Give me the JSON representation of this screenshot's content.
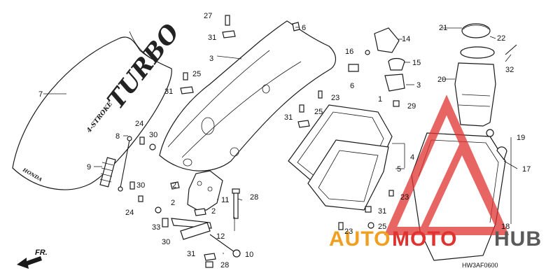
{
  "diagram": {
    "hood_text": {
      "model": "TURBO",
      "sub": "4-STROKE",
      "maker": "HONDA"
    },
    "front_marker": "FR.",
    "diagram_code": "HW3AF0600",
    "watermark": {
      "part1": "AUTO",
      "part2": "MOTO",
      "part3": "HUB",
      "color_red": "#e0322f",
      "color_orange": "#f0a020",
      "color_dark": "#5a5a5a"
    },
    "callouts": {
      "c1": "1",
      "c2a": "2",
      "c2b": "2",
      "c3a": "3",
      "c3b": "3",
      "c4": "4",
      "c5": "5",
      "c6a": "6",
      "c6b": "6",
      "c7": "7",
      "c8": "8",
      "c9": "9",
      "c10": "10",
      "c11": "11",
      "c12": "12",
      "c14": "14",
      "c15": "15",
      "c16": "16",
      "c17": "17",
      "c18": "18",
      "c19": "19",
      "c20": "20",
      "c21": "21",
      "c22": "22",
      "c23a": "23",
      "c23b": "23",
      "c23c": "23",
      "c24a": "24",
      "c24b": "24",
      "c25a": "25",
      "c25b": "25",
      "c25c": "25",
      "c27": "27",
      "c28a": "28",
      "c28b": "28",
      "c29": "29",
      "c30a": "30",
      "c30b": "30",
      "c30c": "30",
      "c31a": "31",
      "c31b": "31",
      "c31c": "31",
      "c31d": "31",
      "c31e": "31",
      "c32": "32",
      "c33": "33"
    }
  }
}
